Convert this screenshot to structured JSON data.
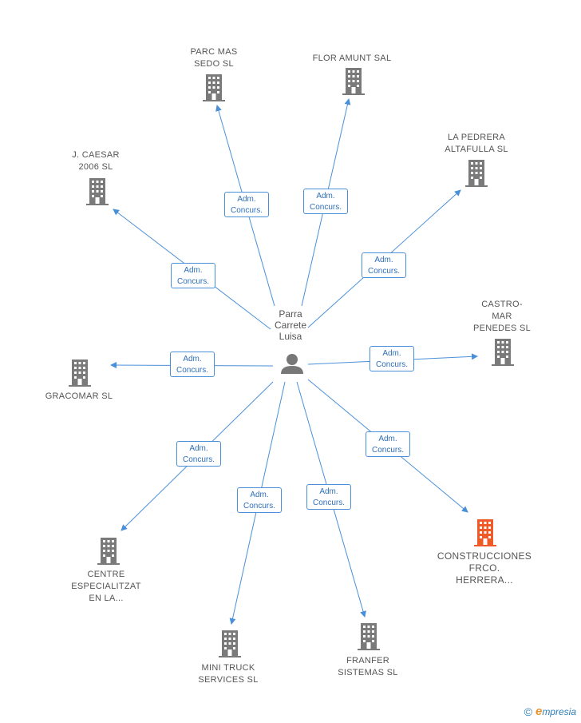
{
  "center": {
    "name_lines": [
      "Parra",
      "Carrete",
      "Luisa"
    ]
  },
  "edge_label_lines": [
    "Adm.",
    "Concurs."
  ],
  "colors": {
    "edge": "#4a90d9",
    "building": "#7a7a7a",
    "highlight": "#f05a28",
    "person": "#777777"
  },
  "companies": [
    {
      "id": "parc-mas-sedo",
      "lines": [
        "PARC MAS",
        "SEDO SL"
      ],
      "highlight": false
    },
    {
      "id": "flor-amunt",
      "lines": [
        "FLOR AMUNT SAL"
      ],
      "highlight": false
    },
    {
      "id": "la-pedrera",
      "lines": [
        "LA PEDRERA",
        "ALTAFULLA SL"
      ],
      "highlight": false
    },
    {
      "id": "j-caesar",
      "lines": [
        "J.  CAESAR",
        "2006 SL"
      ],
      "highlight": false
    },
    {
      "id": "castro-mar",
      "lines": [
        "CASTRO-",
        "MAR",
        "PENEDES SL"
      ],
      "highlight": false
    },
    {
      "id": "gracomar",
      "lines": [
        "GRACOMAR SL"
      ],
      "highlight": false
    },
    {
      "id": "construcciones",
      "lines": [
        "CONSTRUCCIONES",
        "FRCO.",
        "HERRERA..."
      ],
      "highlight": true
    },
    {
      "id": "centre",
      "lines": [
        "CENTRE",
        "ESPECIALITZAT",
        "EN LA..."
      ],
      "highlight": false
    },
    {
      "id": "mini-truck",
      "lines": [
        "MINI TRUCK",
        "SERVICES SL"
      ],
      "highlight": false
    },
    {
      "id": "franfer",
      "lines": [
        "FRANFER",
        "SISTEMAS SL"
      ],
      "highlight": false
    }
  ],
  "brand": {
    "copyright": "©",
    "initial": "e",
    "name": "mpresia"
  }
}
